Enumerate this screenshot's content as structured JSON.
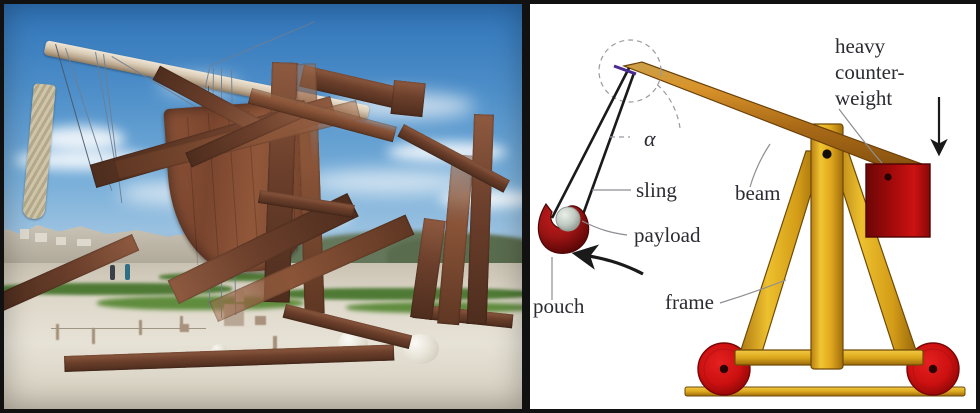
{
  "figure": {
    "panels": [
      {
        "id": "photo",
        "kind": "photograph",
        "subject": "full-scale wooden counterweight trebuchet on chalk ground"
      },
      {
        "id": "diagram",
        "kind": "labeled-schematic",
        "subject": "counterweight trebuchet parts diagram"
      }
    ]
  },
  "photo": {
    "alt": "Reconstructed medieval counterweight trebuchet standing on white chalky ground under a blue sky with scattered clouds, hillside village in the background",
    "sky_color": "#4e8fc9",
    "timber_color": "#6b3f2b",
    "ground_color": "#ded8ca",
    "grass_color": "#4f7a35"
  },
  "diagram": {
    "background": "#ffffff",
    "beam_color": "#b5761f",
    "frame_color": "#e0a81d",
    "counterweight_color": "#a80b0b",
    "pouch_color": "#9c1414",
    "payload_color": "#b9c2bc",
    "sling_color": "#111111",
    "labels": {
      "alpha": "α",
      "sling": "sling",
      "payload": "payload",
      "pouch": "pouch",
      "beam": "beam",
      "frame": "frame",
      "counterweight_line1": "heavy",
      "counterweight_line2": "counter-",
      "counterweight_line3": "weight"
    },
    "annotations": {
      "swing_arrow": "curved arrow showing pouch swing direction",
      "drop_arrow": "straight arrow showing counterweight falling",
      "angle_arc": "dashed circle marking the beam tip release angle"
    }
  }
}
